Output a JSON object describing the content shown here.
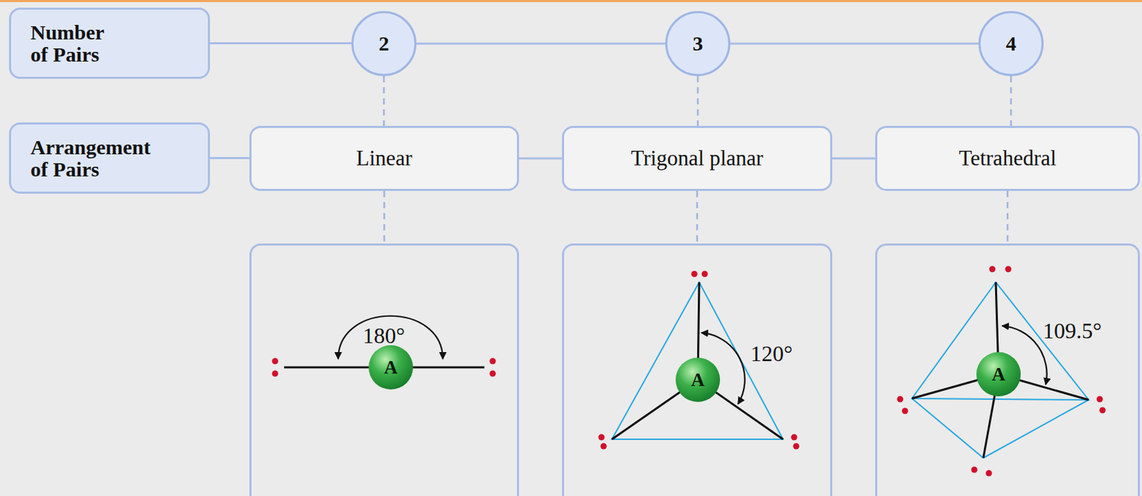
{
  "diagram": {
    "nodes": [
      {
        "text": [
          "Number of Pairs"
        ]
      },
      {
        "text": [
          "2"
        ]
      },
      {
        "text": [
          "3"
        ]
      },
      {
        "text": [
          "4"
        ]
      },
      {
        "text": [
          "Arrangement of Pairs"
        ]
      },
      {
        "text": [
          "Linear"
        ]
      },
      {
        "text": [
          "Trigonal planar"
        ]
      },
      {
        "text": [
          "Tetrahedral"
        ]
      },
      {
        "text": [
          "180°"
        ]
      },
      {
        "text": [
          "A"
        ],
        "in": 8
      },
      {
        "text": [
          "120°"
        ]
      },
      {
        "text": [
          "A"
        ],
        "in": 10
      },
      {
        "text": [
          "109.5°"
        ]
      },
      {
        "text": [
          "A"
        ],
        "in": 12
      }
    ],
    "edges": [
      {
        "from": 0,
        "to": 1,
        "arrow": "none"
      },
      {
        "from": 1,
        "to": 2,
        "arrow": "none"
      },
      {
        "from": 2,
        "to": 3,
        "arrow": "none"
      },
      {
        "from": 4,
        "to": 5,
        "arrow": "none"
      },
      {
        "from": 5,
        "to": 6,
        "arrow": "none"
      },
      {
        "from": 6,
        "to": 7,
        "arrow": "none"
      },
      {
        "from": 1,
        "to": 5,
        "arrow": "none"
      },
      {
        "from": 5,
        "to": 8,
        "arrow": "none"
      },
      {
        "from": 2,
        "to": 6,
        "arrow": "none"
      },
      {
        "from": 6,
        "to": 10,
        "arrow": "none"
      },
      {
        "from": 3,
        "to": 7,
        "arrow": "none"
      },
      {
        "from": 7,
        "to": 12,
        "arrow": "none"
      }
    ]
  }
}
